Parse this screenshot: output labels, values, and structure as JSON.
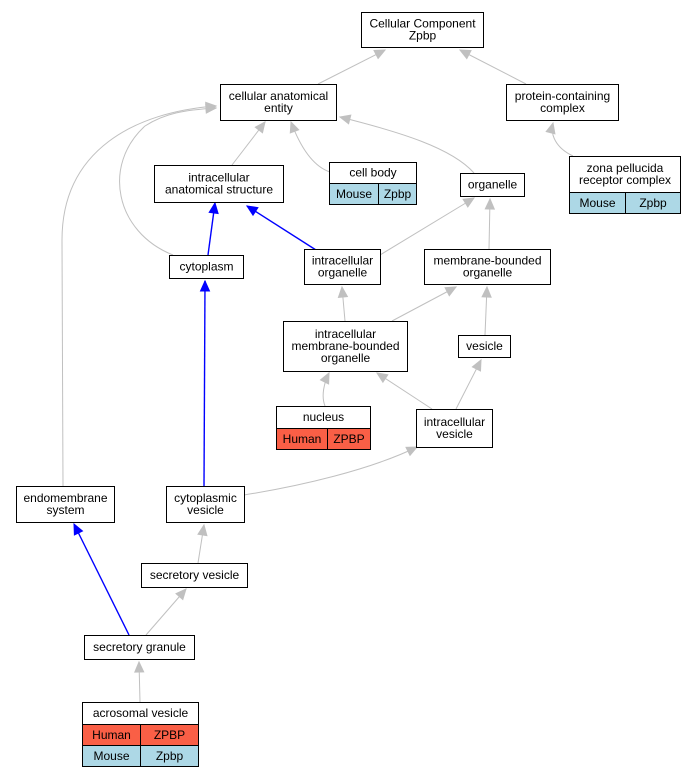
{
  "colors": {
    "edge_default": "#c0c0c0",
    "edge_highlight": "#0000ff",
    "human": "#fa5f46",
    "mouse": "#add8e6"
  },
  "nodes": {
    "cellular_component": {
      "lines": [
        "Cellular Component",
        "Zpbp"
      ]
    },
    "cellular_anatomical_entity": {
      "lines": [
        "cellular anatomical",
        "entity"
      ]
    },
    "protein_containing_complex": {
      "lines": [
        "protein-containing",
        "complex"
      ]
    },
    "intracellular_anatomical_structure": {
      "lines": [
        "intracellular",
        "anatomical structure"
      ]
    },
    "cell_body": {
      "lines": [
        "cell body"
      ],
      "rows": [
        [
          "Mouse",
          "Zpbp"
        ]
      ]
    },
    "organelle": {
      "lines": [
        "organelle"
      ]
    },
    "zona_pellucida_receptor_complex": {
      "lines": [
        "zona pellucida",
        "receptor complex"
      ],
      "rows": [
        [
          "Mouse",
          "Zpbp"
        ]
      ]
    },
    "cytoplasm": {
      "lines": [
        "cytoplasm"
      ]
    },
    "intracellular_organelle": {
      "lines": [
        "intracellular",
        "organelle"
      ]
    },
    "membrane_bounded_organelle": {
      "lines": [
        "membrane-bounded",
        "organelle"
      ]
    },
    "intracellular_membrane_bounded_organelle": {
      "lines": [
        "intracellular",
        "membrane-bounded",
        "organelle"
      ]
    },
    "vesicle": {
      "lines": [
        "vesicle"
      ]
    },
    "nucleus": {
      "lines": [
        "nucleus"
      ],
      "rows": [
        [
          "Human",
          "ZPBP"
        ]
      ]
    },
    "intracellular_vesicle": {
      "lines": [
        "intracellular",
        "vesicle"
      ]
    },
    "endomembrane_system": {
      "lines": [
        "endomembrane",
        "system"
      ]
    },
    "cytoplasmic_vesicle": {
      "lines": [
        "cytoplasmic",
        "vesicle"
      ]
    },
    "secretory_vesicle": {
      "lines": [
        "secretory vesicle"
      ]
    },
    "secretory_granule": {
      "lines": [
        "secretory granule"
      ]
    },
    "acrosomal_vesicle": {
      "lines": [
        "acrosomal vesicle"
      ],
      "rows": [
        [
          "Human",
          "ZPBP"
        ],
        [
          "Mouse",
          "Zpbp"
        ]
      ]
    }
  },
  "edges": [
    {
      "from": "cellular_anatomical_entity",
      "to": "cellular_component",
      "highlight": false
    },
    {
      "from": "protein_containing_complex",
      "to": "cellular_component",
      "highlight": false
    },
    {
      "from": "zona_pellucida_receptor_complex",
      "to": "protein_containing_complex",
      "highlight": false
    },
    {
      "from": "intracellular_anatomical_structure",
      "to": "cellular_anatomical_entity",
      "highlight": false
    },
    {
      "from": "cell_body",
      "to": "cellular_anatomical_entity",
      "highlight": false
    },
    {
      "from": "organelle",
      "to": "cellular_anatomical_entity",
      "highlight": false
    },
    {
      "from": "cytoplasm",
      "to": "cellular_anatomical_entity",
      "highlight": false
    },
    {
      "from": "endomembrane_system",
      "to": "cellular_anatomical_entity",
      "highlight": false
    },
    {
      "from": "cytoplasm",
      "to": "intracellular_anatomical_structure",
      "highlight": true
    },
    {
      "from": "intracellular_organelle",
      "to": "intracellular_anatomical_structure",
      "highlight": true
    },
    {
      "from": "intracellular_organelle",
      "to": "organelle",
      "highlight": false
    },
    {
      "from": "membrane_bounded_organelle",
      "to": "organelle",
      "highlight": false
    },
    {
      "from": "intracellular_membrane_bounded_organelle",
      "to": "intracellular_organelle",
      "highlight": false
    },
    {
      "from": "intracellular_membrane_bounded_organelle",
      "to": "membrane_bounded_organelle",
      "highlight": false
    },
    {
      "from": "vesicle",
      "to": "membrane_bounded_organelle",
      "highlight": false
    },
    {
      "from": "nucleus",
      "to": "intracellular_membrane_bounded_organelle",
      "highlight": false
    },
    {
      "from": "intracellular_vesicle",
      "to": "intracellular_membrane_bounded_organelle",
      "highlight": false
    },
    {
      "from": "intracellular_vesicle",
      "to": "vesicle",
      "highlight": false
    },
    {
      "from": "cytoplasmic_vesicle",
      "to": "cytoplasm",
      "highlight": true
    },
    {
      "from": "cytoplasmic_vesicle",
      "to": "intracellular_vesicle",
      "highlight": false
    },
    {
      "from": "secretory_vesicle",
      "to": "cytoplasmic_vesicle",
      "highlight": false
    },
    {
      "from": "secretory_granule",
      "to": "secretory_vesicle",
      "highlight": false
    },
    {
      "from": "secretory_granule",
      "to": "endomembrane_system",
      "highlight": true
    },
    {
      "from": "acrosomal_vesicle",
      "to": "secretory_granule",
      "highlight": false
    }
  ]
}
